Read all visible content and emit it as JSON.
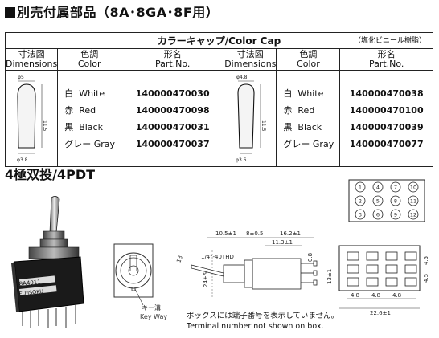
{
  "page": {
    "title_main": "別売付属部品",
    "title_sub": "（8A･8GA･8F用）"
  },
  "cap_table": {
    "header": "カラーキャップ/Color Cap",
    "material_note": "（塩化ビニール樹脂）",
    "columns": {
      "dim": [
        "寸法図",
        "Dimensions"
      ],
      "color": [
        "色調",
        "Color"
      ],
      "part": [
        "形名",
        "Part.No."
      ]
    },
    "left_dims": {
      "top": "φ5",
      "height": "11.5",
      "bottom": "φ3.8"
    },
    "right_dims": {
      "top": "φ4.8",
      "height": "11.5",
      "bottom": "φ3.6"
    },
    "left_rows": [
      {
        "jp": "白",
        "en": "White",
        "part": "140000470030"
      },
      {
        "jp": "赤",
        "en": "Red",
        "part": "140000470098"
      },
      {
        "jp": "黒",
        "en": "Black",
        "part": "140000470031"
      },
      {
        "jp": "グレー",
        "en": "Gray",
        "part": "140000470037"
      }
    ],
    "right_rows": [
      {
        "jp": "白",
        "en": "White",
        "part": "140000470038"
      },
      {
        "jp": "赤",
        "en": "Red",
        "part": "140000470100"
      },
      {
        "jp": "黒",
        "en": "Black",
        "part": "140000470039"
      },
      {
        "jp": "グレー",
        "en": "Gray",
        "part": "140000470077"
      }
    ]
  },
  "switch": {
    "section_title": "4極双投/4PDT",
    "body_label_1": "8A4011",
    "body_label_2": "FUJISOKU",
    "keyway_jp": "キー溝",
    "keyway_en": "Key Way",
    "terminals": [
      "1",
      "4",
      "7",
      "10",
      "2",
      "5",
      "8",
      "11",
      "3",
      "6",
      "9",
      "12"
    ],
    "dims": {
      "d1": "10.5±1",
      "d2": "8±0.5",
      "d3": "16.2±1",
      "d4": "11.3±1",
      "thread": "1/4\"-40THD",
      "angle": "13",
      "h1": "24±5",
      "h2": "0.8",
      "side1": "13±1",
      "p1": "4.5",
      "p2": "4.5",
      "b1": "4.8",
      "b2": "4.8",
      "b3": "4.8",
      "total": "22.6±1"
    },
    "footnote_jp": "ボックスには端子番号を表示していません。",
    "footnote_en": "Terminal number not shown on box."
  }
}
